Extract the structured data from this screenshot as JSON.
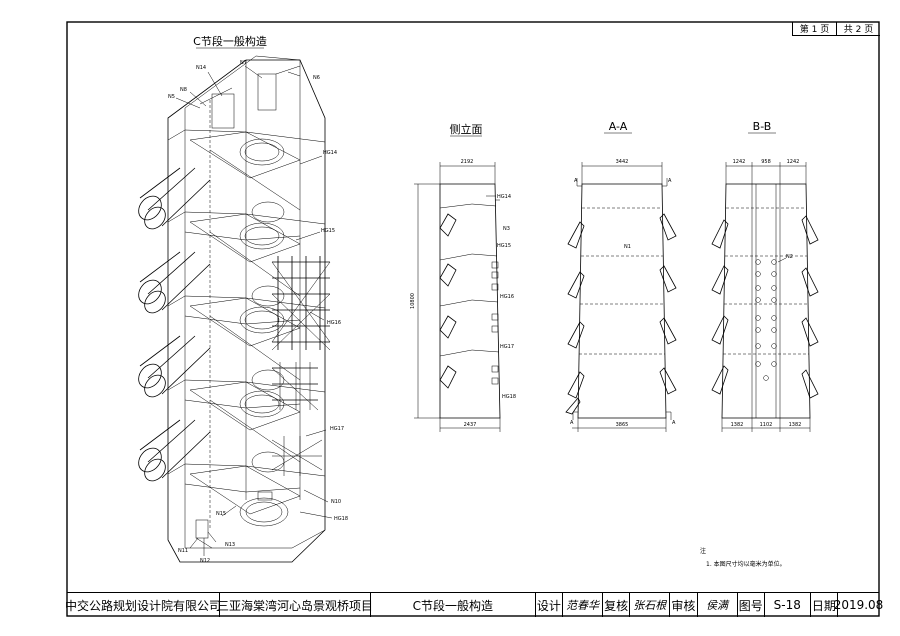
{
  "views": {
    "iso_title": "C节段一般构造",
    "side_title": "侧立面",
    "aa_title": "A-A",
    "bb_title": "B-B"
  },
  "iso_labels": {
    "n5": "N5",
    "n8": "N8",
    "n14": "N14",
    "n7": "N7",
    "n6": "N6",
    "hg14": "HG14",
    "hg15": "HG15",
    "hg16": "HG16",
    "hg17": "HG17",
    "hg18": "HG18",
    "n10": "N10",
    "n15": "N15",
    "n11": "N11",
    "n12": "N12",
    "n13": "N13"
  },
  "side_labels": {
    "top_dim": "2192",
    "height_dim": "10800",
    "bottom_dim": "2437",
    "hg14": "HG14",
    "n3": "N3",
    "hg15": "HG15",
    "hg16": "HG16",
    "hg17": "HG17",
    "hg18": "HG18"
  },
  "aa_labels": {
    "top_dim": "3442",
    "bottom_dim": "3865",
    "n1": "N1",
    "sec_a1": "A",
    "sec_a2": "A",
    "sec_a3": "A",
    "sec_a4": "A"
  },
  "bb_labels": {
    "top_left": "1242",
    "top_mid": "958",
    "top_right": "1242",
    "bot_left": "1382",
    "bot_mid": "1102",
    "bot_right": "1382",
    "n2": "N2"
  },
  "note": {
    "heading": "注",
    "line1": "1. 本图尺寸均以毫米为单位。"
  },
  "page_box": {
    "current": "第 1 页",
    "total": "共 2 页"
  },
  "title_block": {
    "company": "中交公路规划设计院有限公司",
    "project": "三亚海棠湾河心岛景观桥项目",
    "drawing": "C节段一般构造",
    "design_label": "设计",
    "design_sig": "范春华",
    "check_label": "复核",
    "check_sig": "张石根",
    "review_label": "审核",
    "review_sig": "侯满",
    "drawing_no_label": "图号",
    "drawing_no": "S-18",
    "date_label": "日期",
    "date": "2019.08"
  }
}
